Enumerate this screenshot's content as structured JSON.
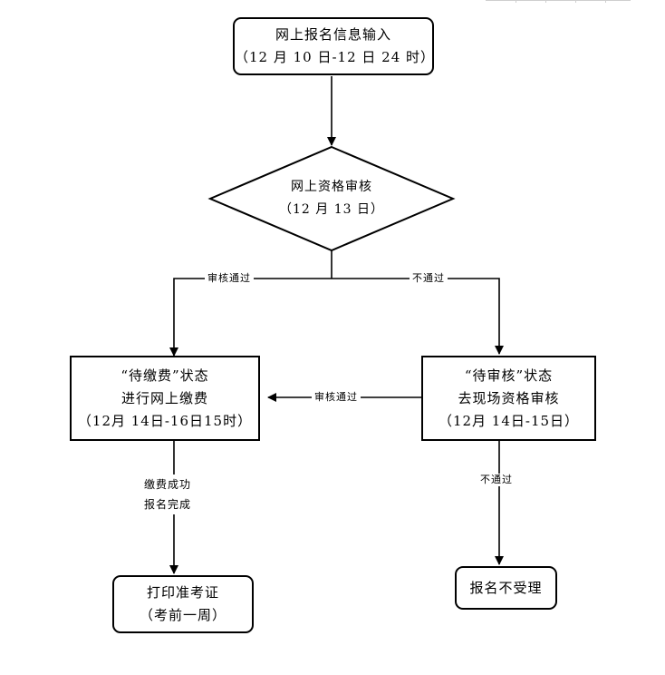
{
  "nodes": {
    "input": {
      "line1": "网上报名信息输入",
      "line2": "（12 月 10 日-12 日 24 时）"
    },
    "review": {
      "line1": "网上资格审核",
      "line2": "（12 月 13 日）"
    },
    "pay": {
      "line1": "“待缴费”状态",
      "line2": "进行网上缴费",
      "line3": "（12月 14日-16日15时）"
    },
    "onsite": {
      "line1": "“待审核”状态",
      "line2": "去现场资格审核",
      "line3": "（12月 14日-15日）"
    },
    "print": {
      "line1": "打印准考证",
      "line2": "（考前一周）"
    },
    "reject": {
      "line1": "报名不受理"
    }
  },
  "edges": {
    "review_pass": "审核通过",
    "review_fail": "不通过",
    "onsite_pass": "审核通过",
    "onsite_fail": "不通过",
    "pay_done_1": "缴费成功",
    "pay_done_2": "报名完成"
  }
}
